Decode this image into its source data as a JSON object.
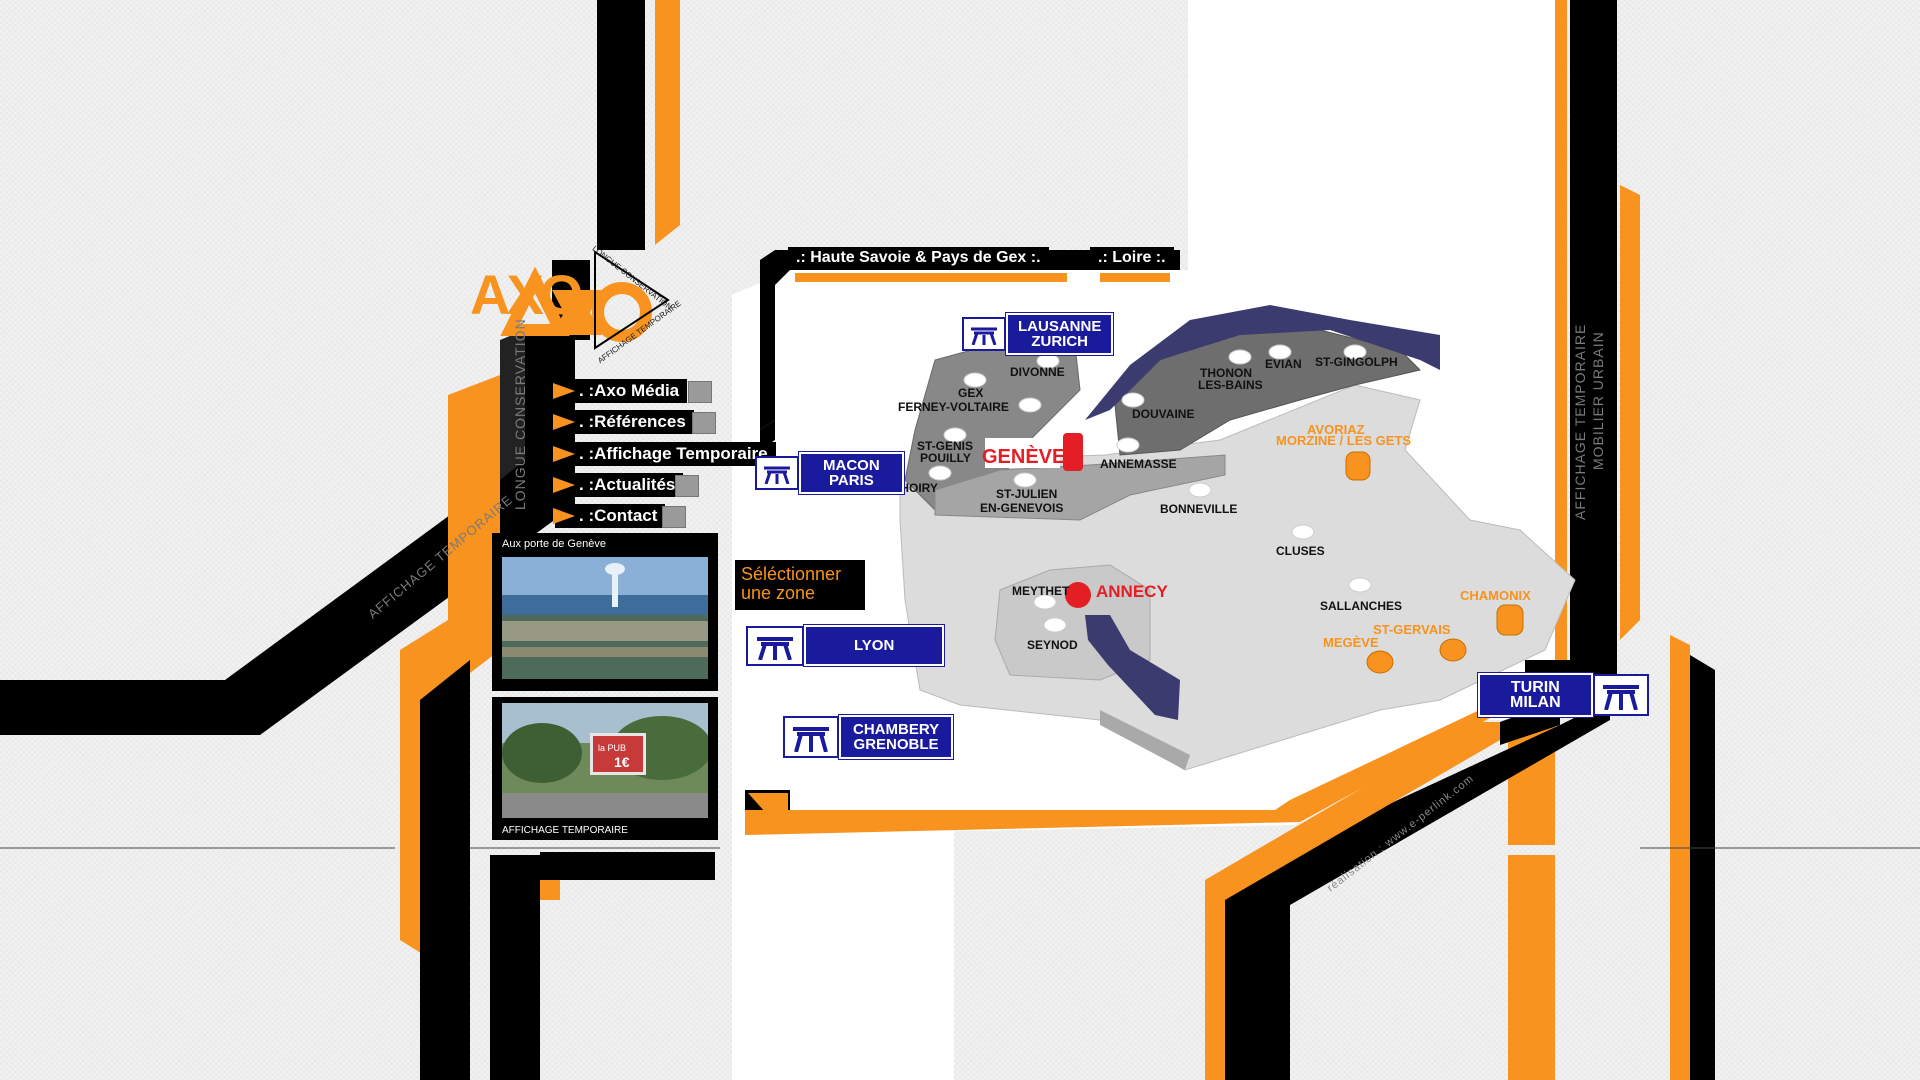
{
  "brand": {
    "logo_text": "AXO",
    "badge_top": "LONGUE CONSERVATION",
    "badge_bottom": "AFFICHAGE TEMPORAIRE",
    "colors": {
      "orange": "#f7931e",
      "black": "#000000",
      "highway_blue": "#1a1a9c",
      "alert_red": "#e31e24"
    }
  },
  "nav": {
    "items": [
      {
        "prefix": ". :",
        "label": "Axo Média"
      },
      {
        "prefix": ". :",
        "label": "Références"
      },
      {
        "prefix": ". :",
        "label": "Affichage Temporaire"
      },
      {
        "prefix": ". :",
        "label": "Actualités"
      },
      {
        "prefix": ". :",
        "label": "Contact"
      }
    ]
  },
  "tabs": {
    "haute_savoie": ".: Haute Savoie & Pays de Gex :.",
    "loire": ".: Loire :."
  },
  "side_labels": {
    "left_vertical": "LONGUE CONSERVATION",
    "left_diagonal": "AFFICHAGE TEMPORAIRE",
    "right_vertical_1": "AFFICHAGE TEMPORAIRE",
    "right_vertical_2": "MOBILIER URBAIN",
    "credit": "réalisation : www.e-perlink.com"
  },
  "thumbnails": [
    {
      "caption": "Aux porte de Genève",
      "icon": "lake-geneva-photo"
    },
    {
      "caption": "AFFICHAGE TEMPORAIRE",
      "icon": "billboard-photo",
      "sign_text_1": "la PUB",
      "sign_text_2": "1€"
    }
  ],
  "select_prompt": {
    "line1": "Séléctionner",
    "line2": "une zone"
  },
  "highways": {
    "lausanne": [
      "LAUSANNE",
      "ZURICH"
    ],
    "macon": [
      "MACON",
      "PARIS"
    ],
    "lyon": [
      "LYON"
    ],
    "chambery": [
      "CHAMBERY",
      "GRENOBLE"
    ],
    "turin": [
      "TURIN",
      "MILAN"
    ],
    "icon": "motorway-icon"
  },
  "map": {
    "cities_main": {
      "geneve": "GENÈVE",
      "annecy": "ANNECY"
    },
    "towns": {
      "divonne": "DIVONNE",
      "gex": "GEX",
      "ferney": "FERNEY-VOLTAIRE",
      "stgenis_1": "ST-GENIS",
      "stgenis_2": "POUILLY",
      "thoiry": "THOIRY",
      "stjulien_1": "ST-JULIEN",
      "stjulien_2": "EN-GENEVOIS",
      "thonon_1": "THONON",
      "thonon_2": "LES-BAINS",
      "evian": "EVIAN",
      "stgingolph": "ST-GINGOLPH",
      "douvaine": "DOUVAINE",
      "annemasse": "ANNEMASSE",
      "bonneville": "BONNEVILLE",
      "cluses": "CLUSES",
      "sallanches": "SALLANCHES",
      "meythet": "MEYTHET",
      "seynod": "SEYNOD"
    },
    "towns_orange": {
      "avoriaz_1": "AVORIAZ",
      "avoriaz_2": "MORZINE / LES GETS",
      "chamonix": "CHAMONIX",
      "stgervais": "ST-GERVAIS",
      "megeve": "MEGÈVE"
    }
  }
}
